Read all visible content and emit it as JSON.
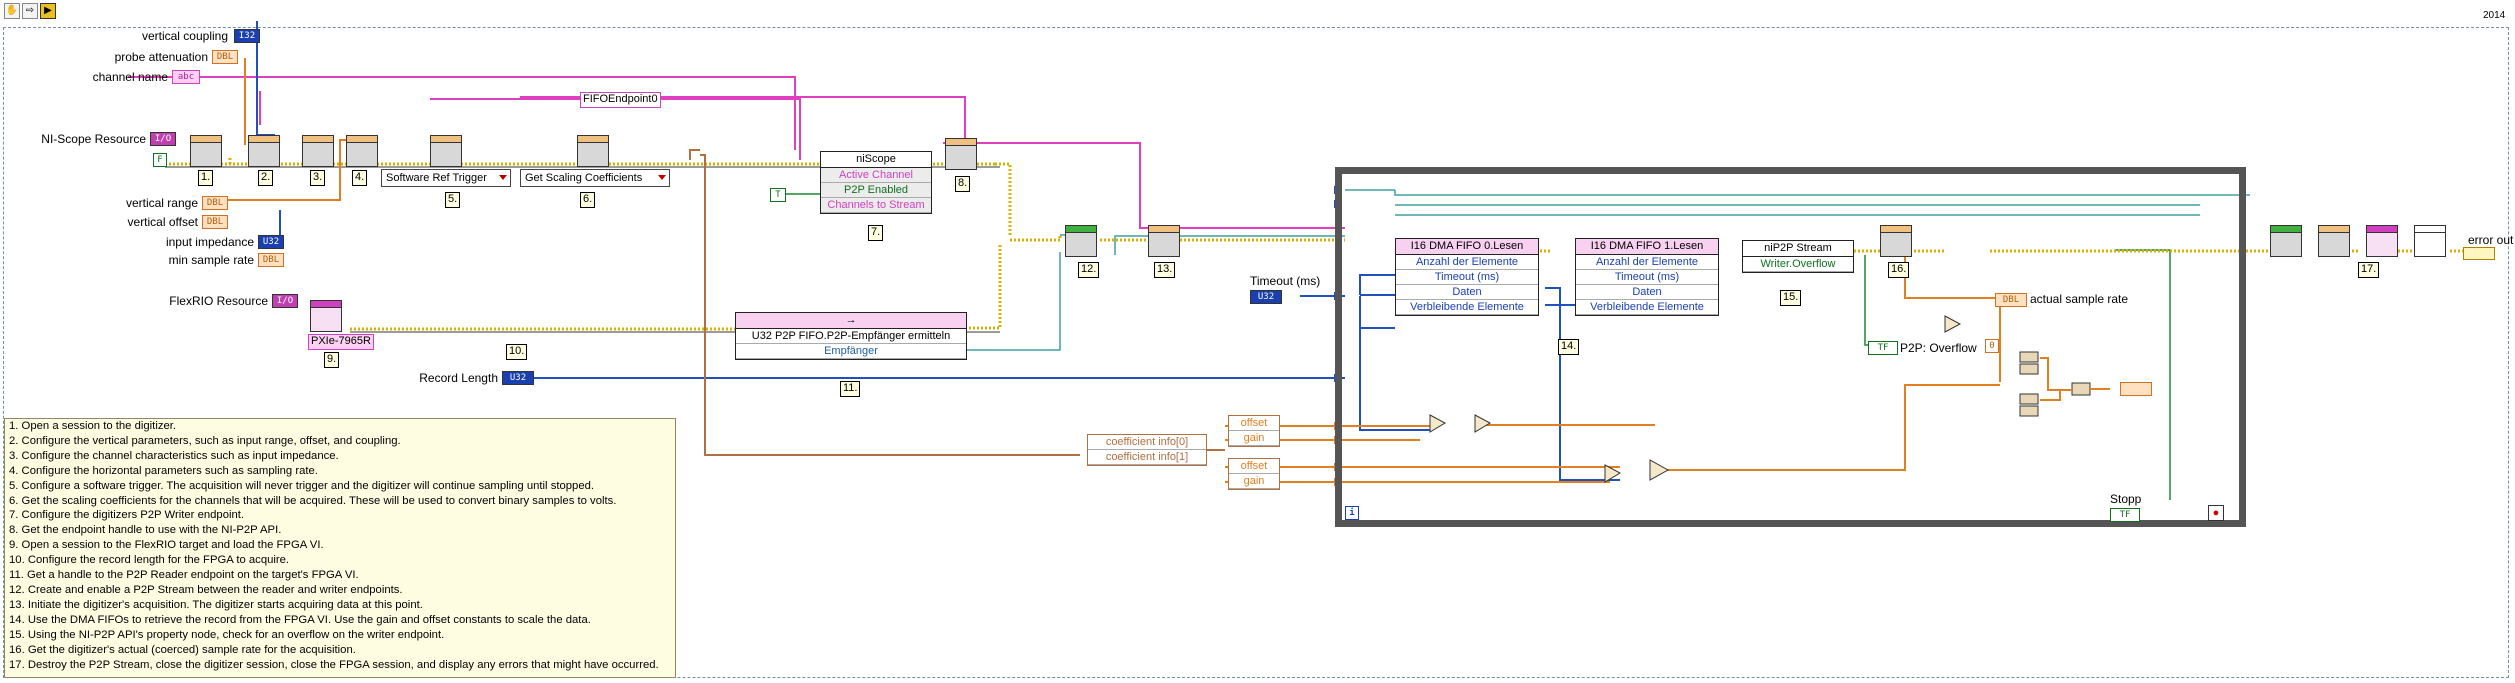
{
  "toolbar": {
    "run_icon_label": "",
    "year": "2014"
  },
  "controls": {
    "vertical_coupling": {
      "label": "vertical coupling",
      "type": "I32"
    },
    "probe_attenuation": {
      "label": "probe attenuation",
      "type": "DBL"
    },
    "channel_name": {
      "label": "channel name",
      "type": "abc"
    },
    "niscope_resource": {
      "label": "NI-Scope Resource",
      "type": "I/O"
    },
    "vertical_range": {
      "label": "vertical range",
      "type": "DBL"
    },
    "vertical_offset": {
      "label": "vertical offset",
      "type": "DBL"
    },
    "input_impedance": {
      "label": "input impedance",
      "type": "U32"
    },
    "min_sample_rate": {
      "label": "min sample rate",
      "type": "DBL"
    },
    "flexrio_resource": {
      "label": "FlexRIO Resource",
      "type": "I/O"
    },
    "record_length": {
      "label": "Record Length",
      "type": "U32"
    },
    "timeout_ms": {
      "label": "Timeout (ms)",
      "type": "U32"
    },
    "fifo_endpoint": "FIFOEndpoint0",
    "target_name": "PXIe-7965R",
    "false_const": "F",
    "true_const": "T",
    "bool_true": "T",
    "zero_const": "0"
  },
  "indicators": {
    "actual_sample_rate": {
      "label": "actual sample rate",
      "type": "DBL"
    },
    "p2p_overflow": {
      "label": "P2P: Overflow",
      "type": "TF"
    },
    "error_out": {
      "label": "error out"
    },
    "stopp": {
      "label": "Stopp",
      "type": "TF"
    }
  },
  "rings": {
    "software_ref_trigger": "Software Ref Trigger",
    "get_scaling_coefficients": "Get Scaling Coefficients"
  },
  "nodes": {
    "niscope_property": {
      "title": "niScope",
      "rows": [
        "Active Channel",
        "P2P Enabled",
        "Channels to Stream"
      ]
    },
    "p2p_fifo_node": {
      "title": "→",
      "rows": [
        "U32 P2P FIFO.P2P-Empfänger ermitteln",
        "Empfänger"
      ]
    },
    "dma_fifo_0": {
      "title": "I16 DMA FIFO 0.Lesen",
      "rows": [
        "Anzahl der Elemente",
        "Timeout (ms)",
        "Daten",
        "Verbleibende Elemente"
      ]
    },
    "dma_fifo_1": {
      "title": "I16 DMA FIFO 1.Lesen",
      "rows": [
        "Anzahl der Elemente",
        "Timeout (ms)",
        "Daten",
        "Verbleibende Elemente"
      ]
    },
    "nip2p_stream": {
      "title": "niP2P Stream",
      "rows": [
        "Writer.Overflow"
      ]
    },
    "coefficient_info": [
      "coefficient info[0]",
      "coefficient info[1]"
    ],
    "unbundle_0": [
      "offset",
      "gain"
    ],
    "unbundle_1": [
      "offset",
      "gain"
    ]
  },
  "step_labels": [
    "1.",
    "2.",
    "3.",
    "4.",
    "5.",
    "6.",
    "7.",
    "8.",
    "9.",
    "10.",
    "11.",
    "12.",
    "13.",
    "14.",
    "15.",
    "16.",
    "17."
  ],
  "loop_iteration": "i",
  "comments": [
    "1. Open a session to the digitizer.",
    "2. Configure the vertical parameters, such as input range, offset, and coupling.",
    "3. Configure the channel characteristics such as input impedance.",
    "4. Configure the horizontal parameters such as sampling rate.",
    "5. Configure a software trigger.  The acquisition will never trigger and the digitizer will continue sampling until stopped.",
    "6. Get the scaling coefficients for the channels that will be acquired.  These will be used to convert binary samples to volts.",
    "7. Configure the digitizers P2P Writer endpoint.",
    "8. Get the endpoint handle to use with the NI-P2P API.",
    "9. Open a session to the FlexRIO target and load the FPGA VI.",
    "10. Configure the record length for the FPGA to acquire.",
    "11. Get a handle to the P2P Reader endpoint on the target's FPGA VI.",
    "12. Create and enable a P2P Stream between the reader and writer endpoints.",
    "13. Initiate the digitizer's acquisition.  The digitizer starts acquiring data at this point.",
    "14. Use the DMA FIFOs to retrieve the record from the FPGA VI.  Use the gain and offset constants to scale the data.",
    "15. Using the NI-P2P API's property node, check for an overflow on the writer endpoint.",
    "16. Get the digitizer's actual (coerced) sample rate for the acquisition.",
    "17. Destroy the P2P Stream, close the digitizer session, close the FPGA session, and display any errors that might have occurred."
  ]
}
